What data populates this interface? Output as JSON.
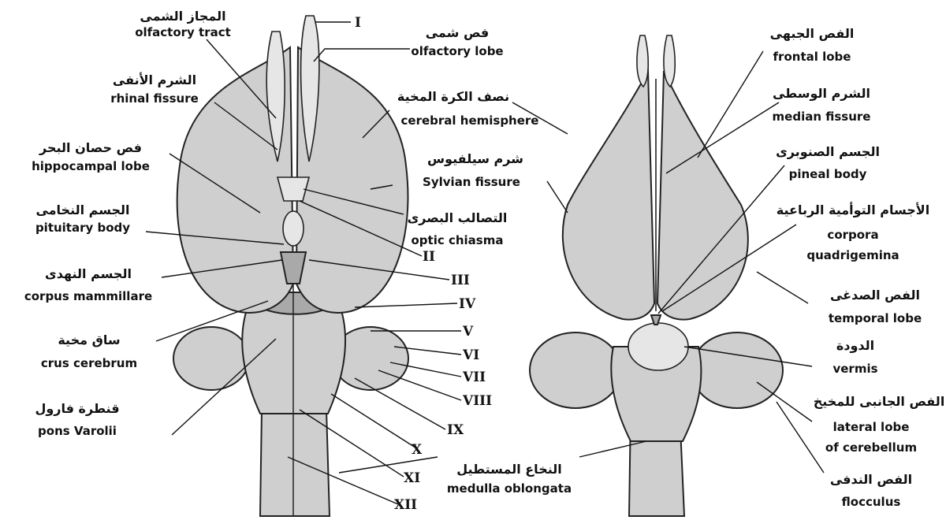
{
  "labels": {
    "olfactory_tract": {
      "ar": "المجاز الشمى",
      "en": "olfactory tract"
    },
    "rhinal_fissure": {
      "ar": "الشرم الأنفى",
      "en": "rhinal fissure"
    },
    "hippocampal_lobe": {
      "ar": "فص حصان البحر",
      "en": "hippocampal lobe"
    },
    "pituitary_body": {
      "ar": "الجسم النخامى",
      "en": "pituitary body"
    },
    "corpus_mammillare": {
      "ar": "الجسم النهدى",
      "en": "corpus mammillare"
    },
    "crus_cerebrum": {
      "ar": "ساق مخية",
      "en": "crus cerebrum"
    },
    "pons_varolii": {
      "ar": "قنطرة فارول",
      "en": "pons Varolii"
    },
    "olfactory_lobe": {
      "ar": "فص شمى",
      "en": "olfactory lobe"
    },
    "cerebral_hemisphere": {
      "ar": "نصف الكرة المخية",
      "en": "cerebral hemisphere"
    },
    "sylvian_fissure": {
      "ar": "شرم سيلفيوس",
      "en": "Sylvian fissure"
    },
    "optic_chiasma": {
      "ar": "التصالب البصرى",
      "en": "optic chiasma"
    },
    "medulla_oblongata": {
      "ar": "النخاع المستطيل",
      "en": "medulla oblongata"
    },
    "frontal_lobe": {
      "ar": "الفص الجبهى",
      "en": "frontal lobe"
    },
    "median_fissure": {
      "ar": "الشرم الوسطى",
      "en": "median fissure"
    },
    "pineal_body": {
      "ar": "الجسم الصنوبرى",
      "en": "pineal body"
    },
    "corpora_quadrigemina": {
      "ar": "الأجسام التوأمية الرباعية",
      "en1": "corpora",
      "en2": "quadrigemina"
    },
    "temporal_lobe": {
      "ar": "الفص الصدغى",
      "en": "temporal lobe"
    },
    "vermis": {
      "ar": "الدودة",
      "en": "vermis"
    },
    "lateral_lobe": {
      "ar": "الفص الجانبى للمخيخ",
      "en1": "lateral lobe",
      "en2": "of cerebellum"
    },
    "flocculus": {
      "ar": "الفص الندفى",
      "en": "flocculus"
    }
  },
  "cranial_nerves": [
    "I",
    "II",
    "III",
    "IV",
    "V",
    "VI",
    "VII",
    "VIII",
    "IX",
    "X",
    "XI",
    "XII"
  ]
}
